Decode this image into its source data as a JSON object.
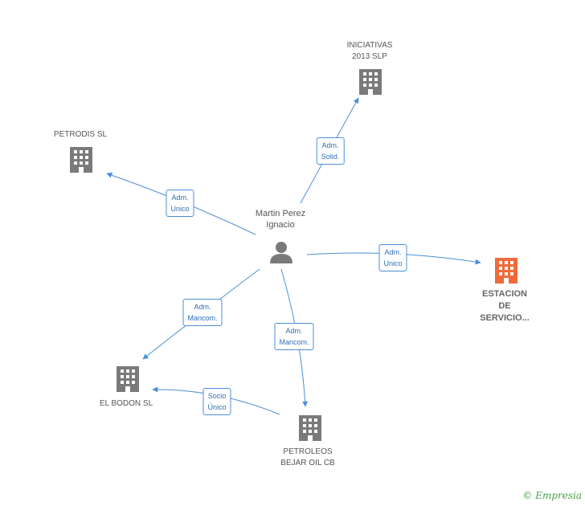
{
  "colors": {
    "edge": "#4a8fd8",
    "building": "#7a7a7a",
    "focus_building": "#f06a3c",
    "person": "#7a7a7a",
    "label": "#555555",
    "brand": "#4aa14a"
  },
  "nodes": {
    "person": {
      "label": "Martin Perez\nIgnacio",
      "icon": "person-icon"
    },
    "iniciativas": {
      "label": "INICIATIVAS\n2013  SLP",
      "icon": "building-icon"
    },
    "petrodis": {
      "label": "PETRODIS SL",
      "icon": "building-icon"
    },
    "estacion": {
      "label": "ESTACION\nDE\nSERVICIO...",
      "icon": "building-icon"
    },
    "elbodon": {
      "label": "EL BODON SL",
      "icon": "building-icon"
    },
    "petroleos": {
      "label": "PETROLEOS\nBEJAR OIL CB",
      "icon": "building-icon"
    }
  },
  "edges": {
    "to_iniciativas": "Adm.\nSolid.",
    "to_petrodis": "Adm.\nUnico",
    "to_estacion": "Adm.\nUnico",
    "to_elbodon": "Adm.\nMancom.",
    "to_petroleos": "Adm.\nMancom.",
    "petroleos_to_elbodon": "Socio\nÚnico"
  },
  "brand": {
    "copyright": "©",
    "name": "Empresia"
  }
}
